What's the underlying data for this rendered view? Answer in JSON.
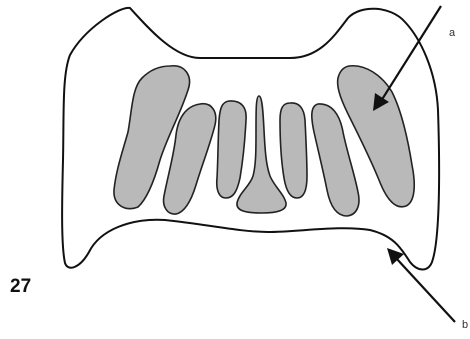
{
  "figure": {
    "number": "27",
    "labels": {
      "a": "a",
      "b": "b"
    }
  },
  "colors": {
    "outline": "#111111",
    "fill": "#b9b9b9",
    "background": "#ffffff"
  }
}
